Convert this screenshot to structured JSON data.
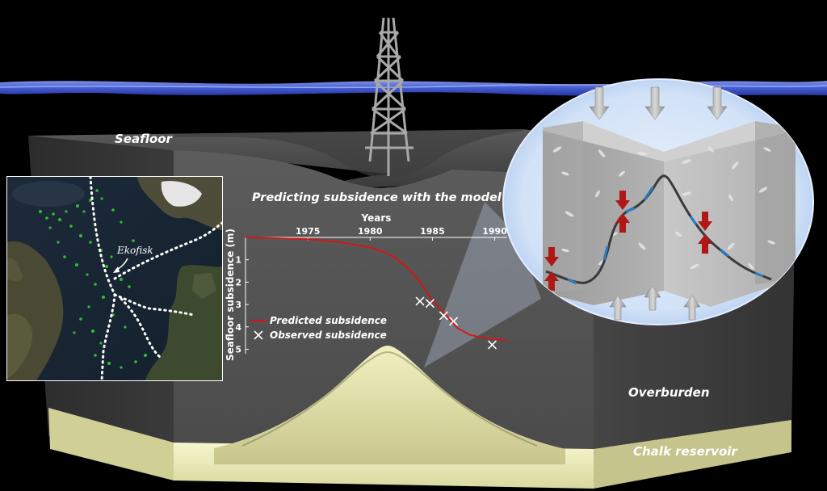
{
  "labels": {
    "seafloor": "Seafloor",
    "overburden": "Overburden",
    "chalk_reservoir": "Chalk reservoir",
    "map_field": "Ekofisk"
  },
  "colors": {
    "water": "#4a64e6",
    "rock": "#6b6b6b",
    "chalk": "#eeeeb8",
    "predicted_line": "#e01010",
    "stress_arrow": "#b01818",
    "bubble": "#d6e4f8"
  },
  "chart_data": {
    "type": "line",
    "title": "Predicting subsidence with the model",
    "xlabel": "Years",
    "ylabel": "Seafloor subsidence (m)",
    "xlim": [
      1970,
      1991
    ],
    "ylim": [
      0,
      5.2
    ],
    "y_inverted": true,
    "x_axis_position": "top",
    "legend_position": "bottom-left",
    "x_ticks": [
      1975,
      1980,
      1985,
      1990
    ],
    "y_ticks": [
      1,
      2,
      3,
      4,
      5
    ],
    "series": [
      {
        "name": "Predicted subsidence",
        "marker": "line",
        "x": [
          1970,
          1972,
          1974,
          1976,
          1978,
          1980,
          1981,
          1982,
          1983,
          1984,
          1985,
          1986,
          1986.5,
          1987,
          1988,
          1989,
          1990,
          1991
        ],
        "y": [
          0,
          0.02,
          0.06,
          0.12,
          0.25,
          0.45,
          0.62,
          0.9,
          1.35,
          2.0,
          2.8,
          3.4,
          3.75,
          4.05,
          4.35,
          4.48,
          4.55,
          4.6
        ]
      },
      {
        "name": "Observed subsidence",
        "marker": "x",
        "x": [
          1984.0,
          1984.8,
          1985.9,
          1986.7,
          1989.8
        ],
        "y": [
          2.85,
          2.95,
          3.5,
          3.75,
          4.8
        ]
      }
    ]
  }
}
